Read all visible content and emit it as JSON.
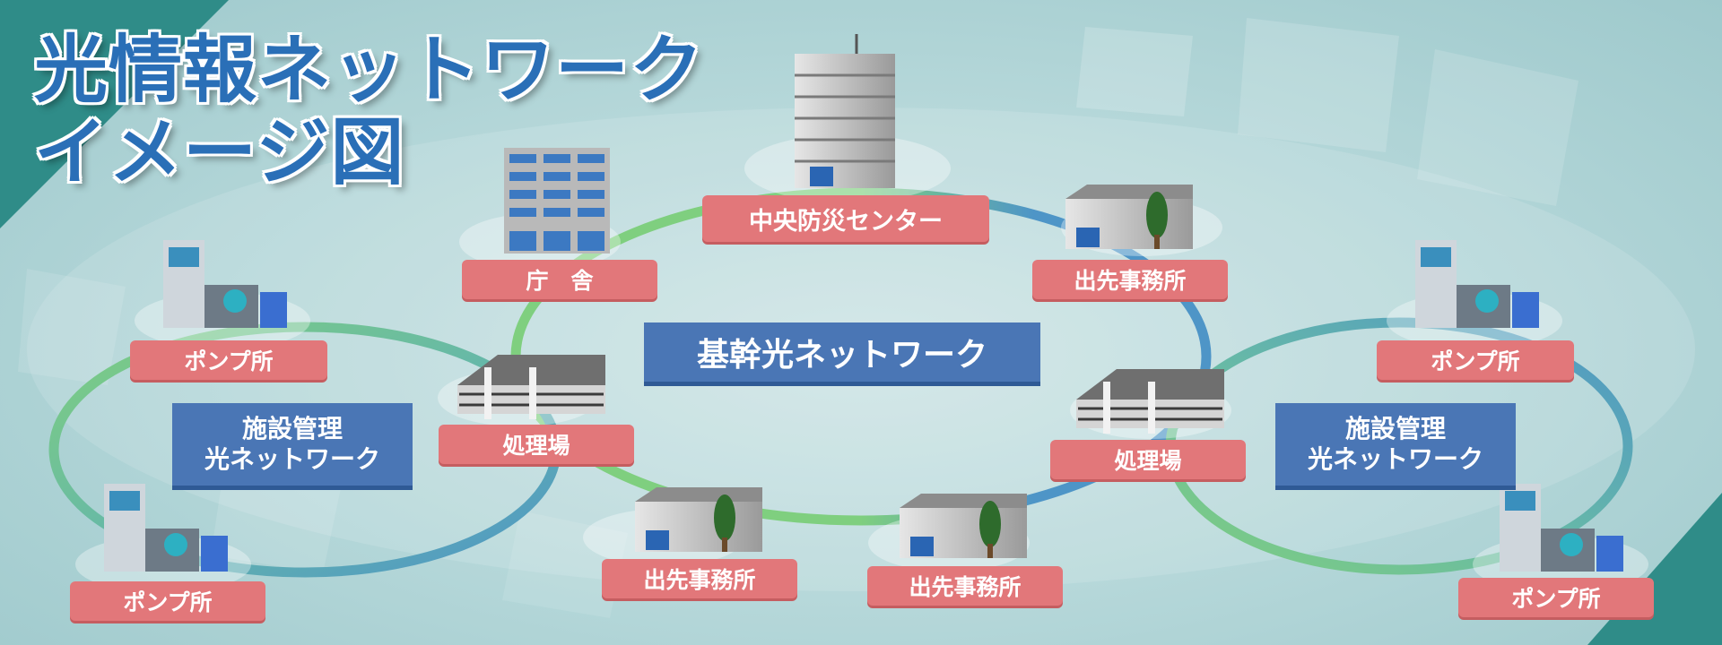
{
  "title": {
    "line1": "光情報ネットワーク",
    "line2": "イメージ図"
  },
  "networks": {
    "backbone": "基幹光ネットワーク",
    "left": {
      "line1": "施設管理",
      "line2": "光ネットワーク"
    },
    "right": {
      "line1": "施設管理",
      "line2": "光ネットワーク"
    }
  },
  "facilities": {
    "central": "中央防災センター",
    "government": "庁　舎",
    "branch_top_right": "出先事務所",
    "branch_bottom_left": "出先事務所",
    "branch_bottom_right": "出先事務所",
    "treatment_left": "処理場",
    "treatment_right": "処理場",
    "pump_left_top": "ポンプ所",
    "pump_left_bottom": "ポンプ所",
    "pump_right_top": "ポンプ所",
    "pump_right_bottom": "ポンプ所"
  },
  "colors": {
    "label_bg": "#e2777a",
    "network_bg": "#4a76b5",
    "title": "#2a6fb7",
    "ring_green": "#7fcf7f",
    "ring_blue": "#4e95c7",
    "corner_teal": "#2f8c88"
  }
}
